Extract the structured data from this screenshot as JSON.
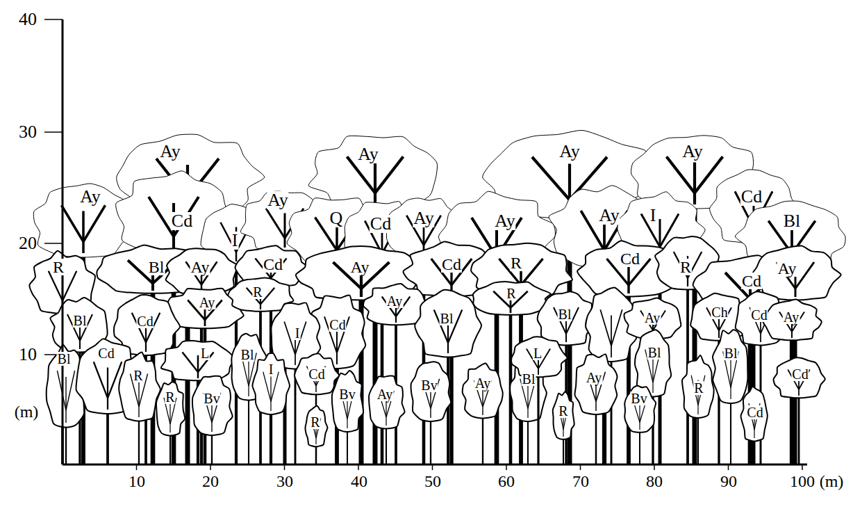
{
  "diagram": {
    "labels": [
      "Ay",
      "Ay",
      "Ay",
      "Ay",
      "Ay",
      "Cd",
      "Ay",
      "Ay",
      "Q",
      "Ay",
      "Ay",
      "I",
      "Cd",
      "Cd",
      "Bl",
      "I",
      "R",
      "Bl",
      "Ay",
      "Cd",
      "Ay",
      "Cd",
      "R",
      "Cd",
      "R",
      "Ay",
      "Cd",
      "R",
      "R",
      "Ay",
      "Ay",
      "Ch",
      "Bl",
      "Ay",
      "Cd",
      "Ay",
      "Bl",
      "Bl",
      "Cd",
      "Cd",
      "I",
      "L",
      "Cd",
      "Bl",
      "Bl",
      "L",
      "Bl",
      "Bl",
      "I",
      "Cd",
      "Cd",
      "R",
      "Ay",
      "Bl",
      "Ay",
      "Bv",
      "R",
      "Bv",
      "Ay",
      "R",
      "Bv",
      "Bv",
      "R",
      "Cd",
      "R",
      "40",
      "30",
      "20",
      "10",
      "(m)",
      "10",
      "20",
      "30",
      "40",
      "50",
      "60",
      "70",
      "80",
      "90",
      "100",
      "(m)"
    ]
  }
}
